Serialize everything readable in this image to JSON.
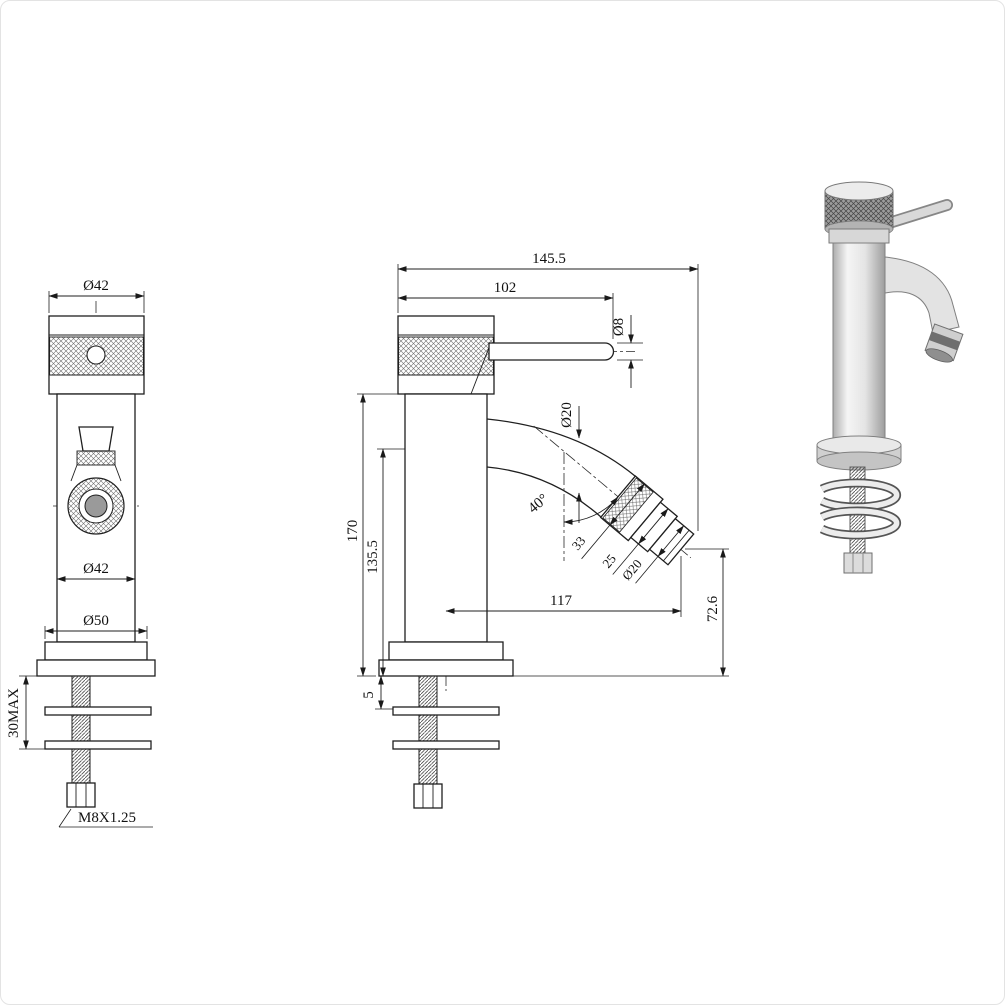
{
  "drawing_type": "faucet-technical-drawing",
  "front_view": {
    "dim_cap_diameter": "Ø42",
    "dim_body_diameter": "Ø42",
    "dim_base_diameter": "Ø50",
    "dim_mount_depth": "30MAX",
    "dim_thread_spec": "M8X1.25"
  },
  "side_view": {
    "dim_overall_reach": "145.5",
    "dim_handle_reach": "102",
    "dim_handle_rod_diameter": "Ø8",
    "dim_spout_tube_diameter": "Ø20",
    "dim_spout_angle": "40°",
    "dim_nozzle_outer_diameter": "33",
    "dim_nozzle_mid_diameter": "25",
    "dim_nozzle_tip_diameter": "Ø20",
    "dim_total_height": "170",
    "dim_spout_height": "135.5",
    "dim_spout_reach": "117",
    "dim_outlet_height": "72.6",
    "dim_deck_plate_thickness": "5"
  }
}
